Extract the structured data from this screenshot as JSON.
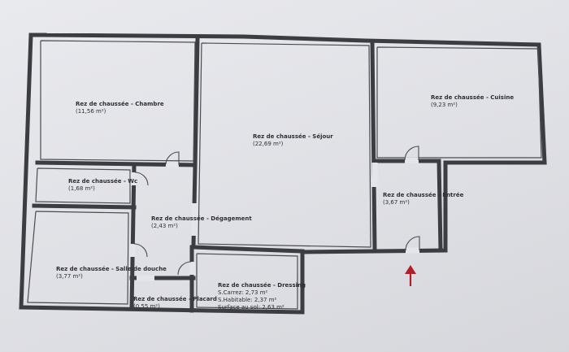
{
  "rooms": {
    "chambre": {
      "name": "Rez de chaussée - Chambre",
      "area": "(11,56 m²)"
    },
    "sejour": {
      "name": "Rez de chaussée - Séjour",
      "area": "(22,69 m²)"
    },
    "cuisine": {
      "name": "Rez de chaussée - Cuisine",
      "area": "(9,23 m²)"
    },
    "wc": {
      "name": "Rez de chaussée - Wc",
      "area": "(1,68 m²)"
    },
    "entree": {
      "name": "Rez de chaussée - Entrée",
      "area": "(3,67 m²)"
    },
    "degagement": {
      "name": "Rez de chaussée - Dégagement",
      "area": "(2,43 m²)"
    },
    "salle": {
      "name": "Rez de chaussée - Salle de douche",
      "area": "(3,77 m²)"
    },
    "placard": {
      "name": "Rez de chaussée - Placard",
      "area": "(0,55 m²)"
    },
    "dressing": {
      "name": "Rez de chaussée - Dressing",
      "carrez": "S.Carrez: 2,73 m²",
      "habitable": "S.Habitable: 2,37 m²",
      "sol": "Surface au sol: 2,63 m²"
    }
  },
  "colors": {
    "wall": "#3c3d42",
    "arrow": "#b02028",
    "paper": "#e4e5ea"
  },
  "icons": {
    "entrance": "entrance-arrow-icon"
  }
}
